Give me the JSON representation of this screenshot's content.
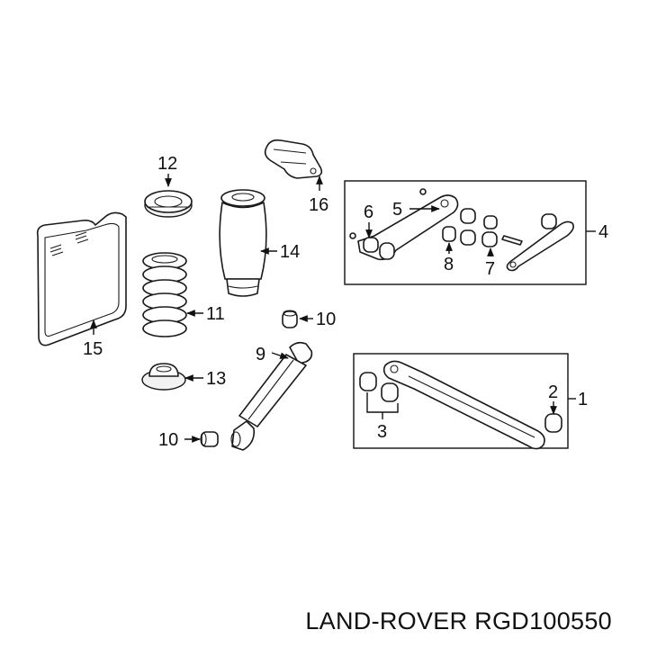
{
  "callouts": {
    "c1": "1",
    "c2": "2",
    "c3": "3",
    "c4": "4",
    "c5": "5",
    "c6": "6",
    "c7": "7",
    "c8": "8",
    "c9": "9",
    "c10a": "10",
    "c10b": "10",
    "c11": "11",
    "c12": "12",
    "c13": "13",
    "c14": "14",
    "c15": "15",
    "c16": "16"
  },
  "caption": "LAND-ROVER RGD100550"
}
